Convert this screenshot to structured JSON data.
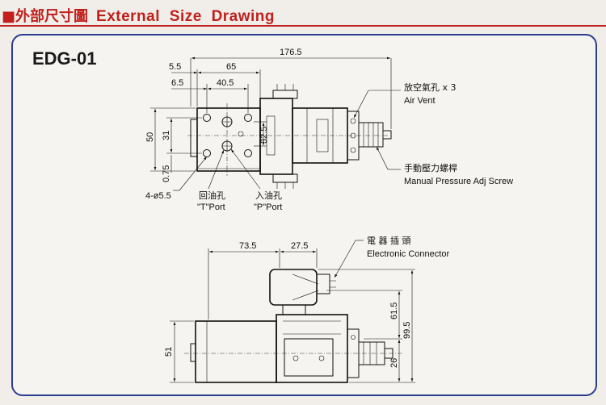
{
  "header": {
    "square": "■",
    "title_cn": "外部尺寸圖",
    "title_en": "External Size Drawing"
  },
  "model": "EDG-01",
  "top_view": {
    "dims": {
      "d176_5": "176.5",
      "d5_5": "5.5",
      "d65": "65",
      "d6_5": "6.5",
      "d40_5": "40.5",
      "d50": "50",
      "d31": "31",
      "d32_5": "32.5",
      "d0_75": "0.75",
      "holes": "4-ø5.5"
    },
    "labels": {
      "air_vent_cn": "放空氣孔 x 3",
      "air_vent_en": "Air Vent",
      "adj_cn": "手動壓力螺桿",
      "adj_en": "Manual Pressure Adj Screw",
      "t_port_cn": "回油孔",
      "t_port_en": "\"T\"Port",
      "p_port_cn": "入油孔",
      "p_port_en": "\"P\"Port"
    }
  },
  "side_view": {
    "dims": {
      "d73_5": "73.5",
      "d27_5": "27.5",
      "d61_5": "61.5",
      "d99_5": "99.5",
      "d51": "51",
      "d26": "26"
    },
    "labels": {
      "connector_cn": "電 器 插 頭",
      "connector_en": "Electronic Connector"
    }
  }
}
